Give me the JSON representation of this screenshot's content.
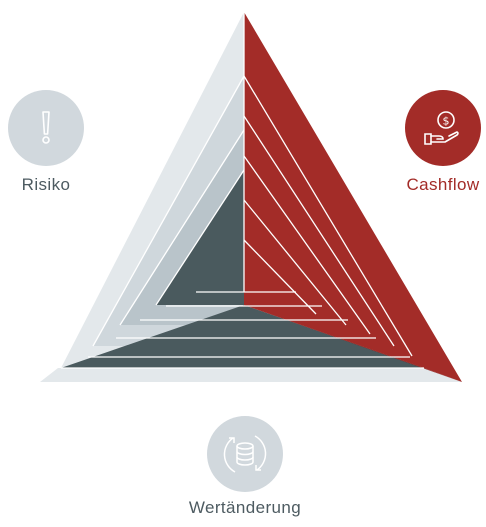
{
  "labels": {
    "risk": "Risiko",
    "cashflow": "Cashflow",
    "value_change": "Wertänderung"
  },
  "icons": {
    "risk": "exclamation-icon",
    "cashflow": "coin-hand-icon",
    "value_change": "coin-stack-cycle-icon"
  },
  "colors": {
    "cashflow": "#a32c28",
    "dark_core": "#4a5a5e",
    "outer_light": "#e3e8eb",
    "mid_light": "#cfd7dc",
    "inner_light": "#b9c4ca",
    "neutral_badge": "#d1d8dd",
    "neutral_text": "#4d5b61"
  }
}
